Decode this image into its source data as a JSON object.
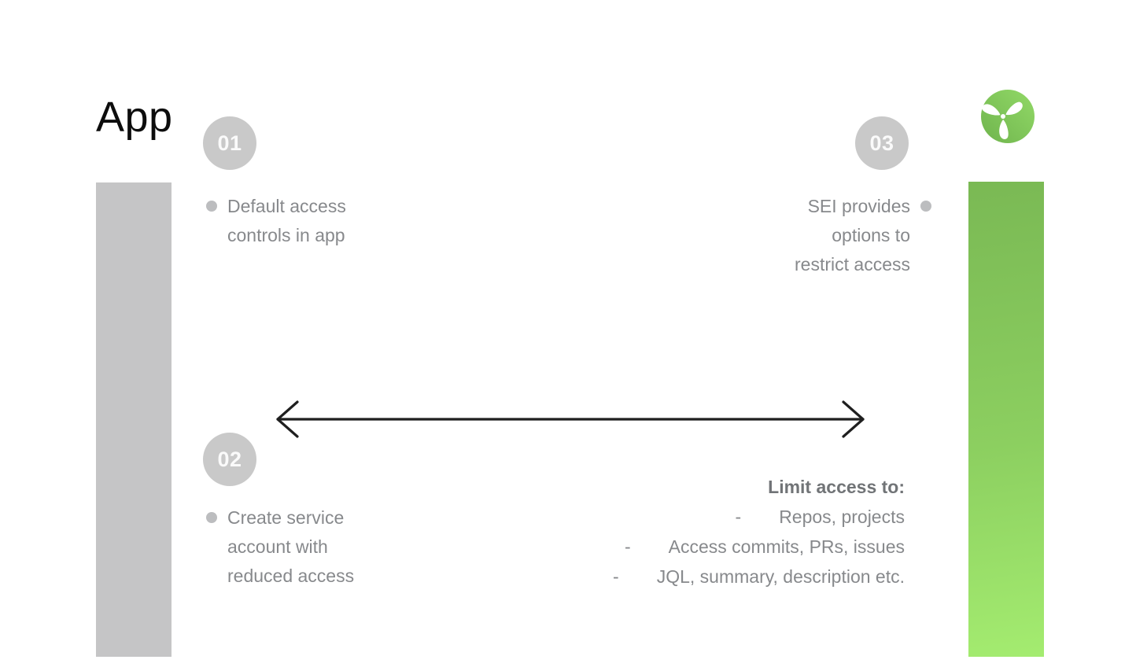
{
  "page": {
    "title": "App",
    "background": "#ffffff"
  },
  "steps": {
    "one": {
      "number": "01",
      "lines": [
        "Default access",
        "controls in app"
      ]
    },
    "two": {
      "number": "02",
      "lines": [
        "Create service",
        "account with",
        "reduced access"
      ]
    },
    "three": {
      "number": "03",
      "lines": [
        "SEI provides",
        "options to",
        "restrict access"
      ]
    }
  },
  "limit_access": {
    "heading": "Limit access to:",
    "dash": "-",
    "items": [
      "Repos, projects",
      "Access commits, PRs, issues",
      "JQL, summary, description etc."
    ]
  },
  "icons": {
    "logo": "propeller-icon",
    "arrow": "double-headed-arrow-icon"
  },
  "colors": {
    "bar_gray": "#c5c5c6",
    "badge_gray": "#c9c9c9",
    "badge_number": "#fafafa",
    "green_bar_top": "#7ab954",
    "green_bar_bottom": "#a4ec70",
    "body_text_gray": "#87898c",
    "bullet_gray": "#bcbdbf",
    "limit_heading_gray": "#717477",
    "arrow_black": "#1f1f1f",
    "logo_green_light": "#92d967",
    "logo_green_dark": "#6fb44d",
    "title_black": "#0d0d0d"
  }
}
